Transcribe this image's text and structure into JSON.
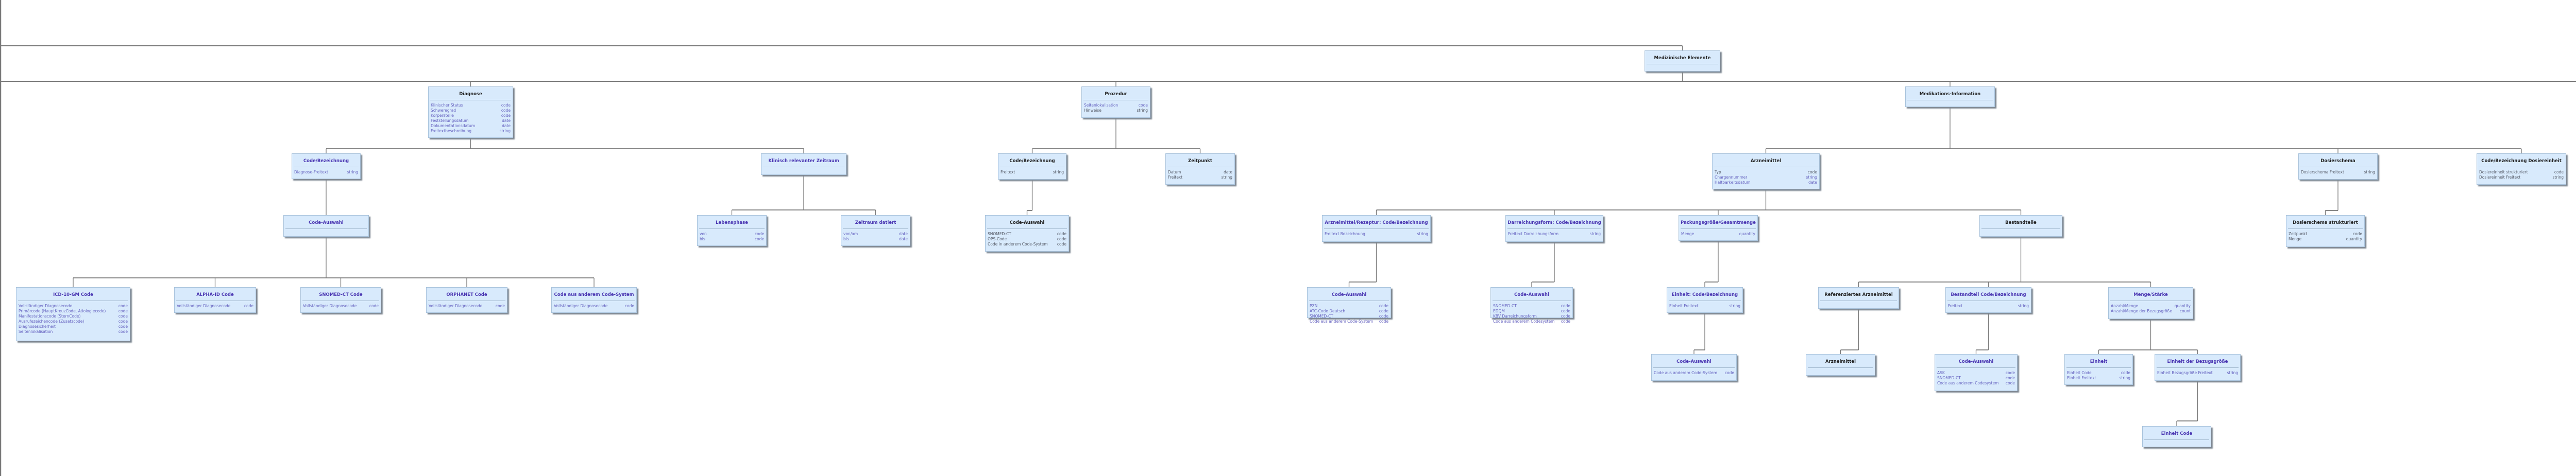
{
  "diagram": {
    "nodes": {
      "me": {
        "title": "Medizinische Elemente",
        "attrs": []
      },
      "mi": {
        "title": "Medikations-Information",
        "attrs": []
      },
      "diag": {
        "title": "Diagnose",
        "attrs": [
          {
            "name": "Klinischer Status",
            "type": "code"
          },
          {
            "name": "Schweregrad",
            "type": "code"
          },
          {
            "name": "Körperstelle",
            "type": "code"
          },
          {
            "name": "Feststellungsdatum",
            "type": "date"
          },
          {
            "name": "Dokumentationsdatum",
            "type": "date"
          },
          {
            "name": "Freitextbeschreibung",
            "type": "string"
          }
        ]
      },
      "proz": {
        "title": "Prozedur",
        "attrs": [
          {
            "name": "Seitenlokalisation",
            "type": "code"
          },
          {
            "name": "Hinweise",
            "type": "string"
          }
        ]
      },
      "d_cb": {
        "title": "Code/Bezeichnung",
        "attrs": [
          {
            "name": "Diagnose-Freitext",
            "type": "string"
          }
        ]
      },
      "d_kz": {
        "title": "Klinisch relevanter Zeitraum",
        "attrs": []
      },
      "d_ca": {
        "title": "Code-Auswahl",
        "attrs": []
      },
      "icd": {
        "title": "ICD-10-GM Code",
        "attrs": [
          {
            "name": "Vollständiger Diagnosecode",
            "type": "code"
          },
          {
            "name": "Primärcode (HauptKreuzCode, Ätiologiecode)",
            "type": "code"
          },
          {
            "name": "Manifestationscode (SternCode)",
            "type": "code"
          },
          {
            "name": "Ausrufezeichencode (Zusatzcode)",
            "type": "code"
          },
          {
            "name": "Diagnosesicherheit",
            "type": "code"
          },
          {
            "name": "Seitenlokalisation",
            "type": "code"
          }
        ]
      },
      "alpha": {
        "title": "ALPHA-ID Code",
        "attrs": [
          {
            "name": "Vollständiger Diagnosecode",
            "type": "code"
          }
        ]
      },
      "snomed": {
        "title": "SNOMED-CT Code",
        "attrs": [
          {
            "name": "Vollständiger Diagnosecode",
            "type": "code"
          }
        ]
      },
      "orpha": {
        "title": "ORPHANET Code",
        "attrs": [
          {
            "name": "Vollständiger Diagnosecode",
            "type": "code"
          }
        ]
      },
      "andere": {
        "title": "Code aus anderem Code-System",
        "attrs": [
          {
            "name": "Vollständiger Diagnosecode",
            "type": "code"
          }
        ]
      },
      "leb": {
        "title": "Lebensphase",
        "attrs": [
          {
            "name": "von",
            "type": "code"
          },
          {
            "name": "bis",
            "type": "code"
          }
        ]
      },
      "zeit": {
        "title": "Zeitraum datiert",
        "attrs": [
          {
            "name": "von/am",
            "type": "date"
          },
          {
            "name": "bis",
            "type": "date"
          }
        ]
      },
      "p_cb": {
        "title": "Code/Bezeichnung",
        "attrs": [
          {
            "name": "Freitext",
            "type": "string"
          }
        ]
      },
      "p_zp": {
        "title": "Zeitpunkt",
        "attrs": [
          {
            "name": "Datum",
            "type": "date"
          },
          {
            "name": "Freitext",
            "type": "string"
          }
        ]
      },
      "p_ca": {
        "title": "Code-Auswahl",
        "attrs": [
          {
            "name": "SNOMED-CT",
            "type": "code"
          },
          {
            "name": "OPS-Code",
            "type": "code"
          },
          {
            "name": "Code in anderem Code-System",
            "type": "code"
          }
        ]
      },
      "arz": {
        "title": "Arzneimittel",
        "attrs": [
          {
            "name": "Typ",
            "type": "code"
          },
          {
            "name": "Chargennummer",
            "type": "string"
          },
          {
            "name": "Haltbarkeitsdatum",
            "type": "date"
          }
        ]
      },
      "dos": {
        "title": "Dosierschema",
        "attrs": [
          {
            "name": "Dosierschema Freitext",
            "type": "string"
          }
        ]
      },
      "dose": {
        "title": "Code/Bezeichnung Dosiereinheit",
        "attrs": [
          {
            "name": "Dosiereinheit strukturiert",
            "type": "code"
          },
          {
            "name": "Dosiereinheit Freitext",
            "type": "string"
          }
        ]
      },
      "doss": {
        "title": "Dosierschema strukturiert",
        "attrs": [
          {
            "name": "Zeitpunkt",
            "type": "code"
          },
          {
            "name": "Menge",
            "type": "quantity"
          }
        ]
      },
      "ar_cb": {
        "title": "Arzneimittel/Rezeptur: Code/Bezeichnung",
        "attrs": [
          {
            "name": "Freitext Bezeichnung",
            "type": "string"
          }
        ]
      },
      "dar_cb": {
        "title": "Darreichungsform: Code/Bezeichnung",
        "attrs": [
          {
            "name": "Freitext Darreichungsform",
            "type": "string"
          }
        ]
      },
      "pack": {
        "title": "Packungsgröße/Gesamtmenge",
        "attrs": [
          {
            "name": "Menge",
            "type": "quantity"
          }
        ]
      },
      "best": {
        "title": "Bestandteile",
        "attrs": []
      },
      "ca1": {
        "title": "Code-Auswahl",
        "attrs": [
          {
            "name": "PZN",
            "type": "code"
          },
          {
            "name": "ATC-Code Deutsch",
            "type": "code"
          },
          {
            "name": "SNOMED-CT",
            "type": "code"
          },
          {
            "name": "Code aus anderem Code-System",
            "type": "code"
          }
        ]
      },
      "ca2": {
        "title": "Code-Auswahl",
        "attrs": [
          {
            "name": "SNOMED-CT",
            "type": "code"
          },
          {
            "name": "EDQM",
            "type": "code"
          },
          {
            "name": "KBV Darreichungsform",
            "type": "code"
          },
          {
            "name": "Code aus anderem Codesystem",
            "type": "code"
          }
        ]
      },
      "ein_cb": {
        "title": "Einheit: Code/Bezeichnung",
        "attrs": [
          {
            "name": "Einheit Freitext",
            "type": "string"
          }
        ]
      },
      "ca3": {
        "title": "Code-Auswahl",
        "attrs": [
          {
            "name": "Code aus anderem Code-System",
            "type": "code"
          }
        ]
      },
      "ref": {
        "title": "Referenziertes Arzneimittel",
        "attrs": []
      },
      "bcb": {
        "title": "Bestandteil Code/Bezeichnung",
        "attrs": [
          {
            "name": "Freitext",
            "type": "string"
          }
        ]
      },
      "ms": {
        "title": "Menge/Stärke",
        "attrs": [
          {
            "name": "Anzahl/Menge",
            "type": "quantity"
          },
          {
            "name": "Anzahl/Menge der Bezugsgröße",
            "type": "count"
          }
        ]
      },
      "arz2": {
        "title": "Arzneimittel",
        "attrs": []
      },
      "ca4": {
        "title": "Code-Auswahl",
        "attrs": [
          {
            "name": "ASK",
            "type": "code"
          },
          {
            "name": "SNOMED-CT",
            "type": "code"
          },
          {
            "name": "Code aus anderem Codesystem",
            "type": "code"
          }
        ]
      },
      "ein": {
        "title": "Einheit",
        "attrs": [
          {
            "name": "Einheit Code",
            "type": "code"
          },
          {
            "name": "Einheit Freitext",
            "type": "string"
          }
        ]
      },
      "ebz": {
        "title": "Einheit der Bezugsgröße",
        "attrs": [
          {
            "name": "Einheit Bezugsgröße Freitext",
            "type": "string"
          }
        ]
      },
      "ec": {
        "title": "Einheit Code",
        "attrs": []
      }
    },
    "colors": {
      "box_fill": "#d8eafc",
      "box_border": "#a9c3dc",
      "linked_title": "#4a36b2",
      "attr_text": "#6663c0",
      "connector": "#777777"
    }
  }
}
